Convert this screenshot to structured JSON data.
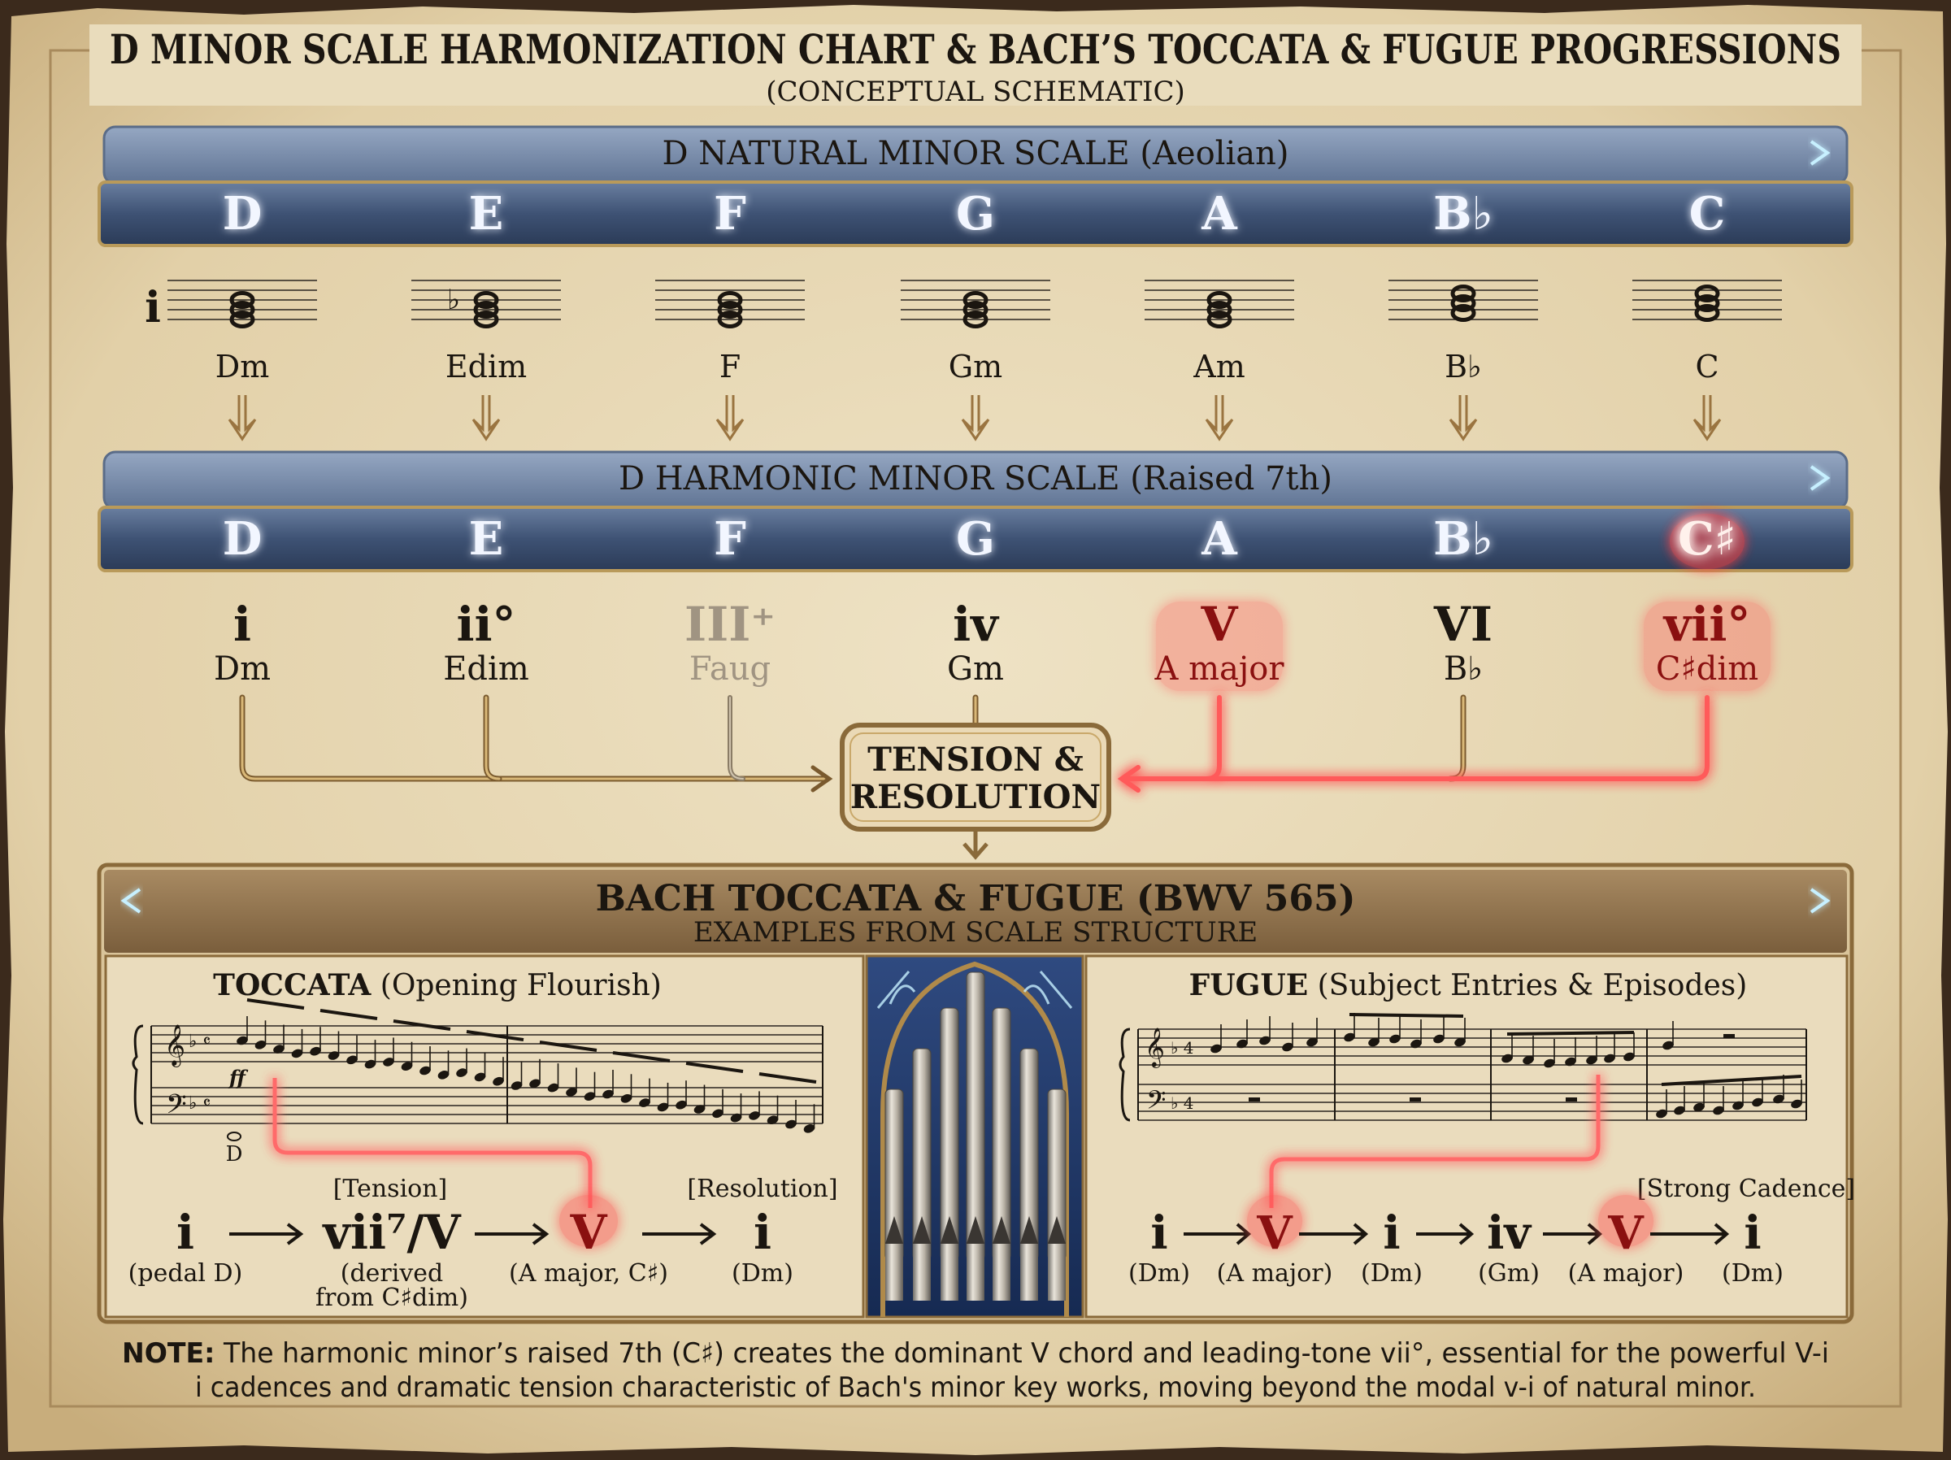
{
  "title": "D MINOR SCALE HARMONIZATION CHART & BACH’S TOCCATA & FUGUE PROGRESSIONS",
  "subtitle": "(CONCEPTUAL SCHEMATIC)",
  "natural": {
    "title": "D NATURAL MINOR SCALE (Aeolian)",
    "notes": [
      "D",
      "E",
      "F",
      "G",
      "A",
      "B♭",
      "C"
    ],
    "chords": [
      "Dm",
      "Edim",
      "F",
      "Gm",
      "Am",
      "B♭",
      "C"
    ],
    "first_numeral": "i"
  },
  "harmonic": {
    "title": "D HARMONIC MINOR SCALE (Raised 7th)",
    "notes": [
      "D",
      "E",
      "F",
      "G",
      "A",
      "B♭",
      "C♯"
    ],
    "numerals": [
      "i",
      "ii°",
      "III⁺",
      "iv",
      "V",
      "VI",
      "vii°"
    ],
    "chords": [
      "Dm",
      "Edim",
      "Faug",
      "Gm",
      "A major",
      "B♭",
      "C♯dim"
    ]
  },
  "tension_box": {
    "line1": "TENSION &",
    "line2": "RESOLUTION"
  },
  "bach": {
    "title": "BACH TOCCATA & FUGUE (BWV 565)",
    "subtitle": "EXAMPLES FROM SCALE STRUCTURE"
  },
  "toccata": {
    "heading_bold": "TOCCATA",
    "heading_rest": " (Opening Flourish)",
    "bass_note": "D",
    "tension_label": "[Tension]",
    "resolution_label": "[Resolution]",
    "progression": [
      {
        "numeral": "i",
        "sub": "(pedal D)"
      },
      {
        "numeral": "vii⁷/V",
        "sub": "(derived",
        "sub2": "from C♯dim)"
      },
      {
        "numeral": "V",
        "sub": "(A major, C♯)"
      },
      {
        "numeral": "i",
        "sub": "(Dm)"
      }
    ]
  },
  "fugue": {
    "heading_bold": "FUGUE",
    "heading_rest": " (Subject Entries & Episodes)",
    "cadence_label": "[Strong Cadence]",
    "progression": [
      {
        "numeral": "i",
        "sub": "(Dm)"
      },
      {
        "numeral": "V",
        "sub": "(A major)"
      },
      {
        "numeral": "i",
        "sub": "(Dm)"
      },
      {
        "numeral": "iv",
        "sub": "(Gm)"
      },
      {
        "numeral": "V",
        "sub": "(A major)"
      },
      {
        "numeral": "i",
        "sub": "(Dm)"
      }
    ]
  },
  "note": {
    "label": "NOTE:",
    "line1": " The harmonic minor’s raised 7th (C♯) creates the dominant V chord and leading-tone vii°, essential for the powerful V-i",
    "line2": "i cadences and dramatic tension characteristic of Bach's minor key works, moving beyond the modal v-i of natural minor."
  },
  "colors": {
    "parchment": "#e6d6b3",
    "steel": "#3f5576",
    "glow_blue": "#9fe2ff",
    "glow_red": "#ff4a4a",
    "ink": "#1b1610",
    "gold": "#b08a4a",
    "faded": "#9a8f80"
  }
}
